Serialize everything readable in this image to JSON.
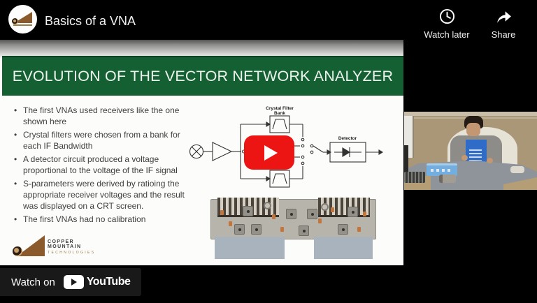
{
  "header": {
    "title": "Basics of a VNA",
    "watch_later_label": "Watch later",
    "share_label": "Share"
  },
  "footer": {
    "watch_on_label": "Watch on",
    "youtube_wordmark": "YouTube"
  },
  "slide": {
    "heading": "EVOLUTION OF THE VECTOR NETWORK ANALYZER",
    "bullets": [
      "The first VNAs used receivers like the one shown here",
      "Crystal filters were chosen from a bank for each IF Bandwidth",
      "A detector circuit produced a voltage proportional to the voltage of the IF signal",
      "S-parameters were derived by ratioing the appropriate receiver voltages and the result was displayed on a CRT screen.",
      "The first VNAs had no calibration"
    ],
    "logo_line1": "COPPER MOUNTAIN",
    "logo_line2": "TECHNOLOGIES"
  },
  "diagram": {
    "filter_label_line1": "Crystal Filter",
    "filter_label_line2": "Bank",
    "detector_label": "Detector"
  },
  "colors": {
    "banner_green": "#146033",
    "youtube_red": "#ED1414",
    "player_background": "#000000"
  }
}
